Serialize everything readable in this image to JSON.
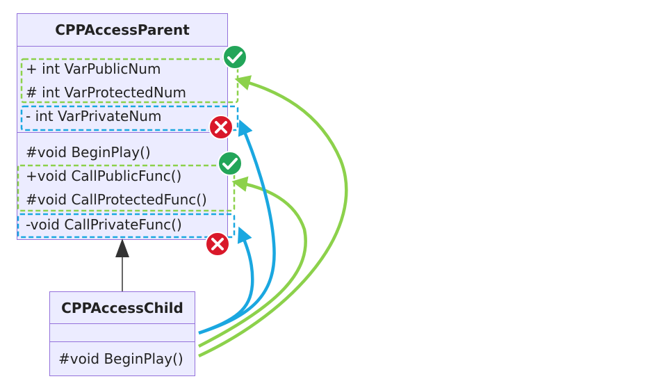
{
  "parent": {
    "name": "CPPAccessParent",
    "attributes": [
      "+ int VarPublicNum",
      "# int VarProtectedNum",
      "- int VarPrivateNum"
    ],
    "methods": [
      "#void BeginPlay()",
      "+void CallPublicFunc()",
      "#void CallProtectedFunc()",
      "-void CallPrivateFunc()"
    ]
  },
  "child": {
    "name": "CPPAccessChild",
    "attributes": [],
    "methods": [
      "#void BeginPlay()"
    ]
  },
  "relationship": "inheritance",
  "access_marks": [
    {
      "target": "public and protected attributes",
      "result": "allowed",
      "icon": "check-icon"
    },
    {
      "target": "private attribute",
      "result": "denied",
      "icon": "cross-icon"
    },
    {
      "target": "public and protected methods",
      "result": "allowed",
      "icon": "check-icon"
    },
    {
      "target": "private method",
      "result": "denied",
      "icon": "cross-icon"
    }
  ],
  "colors": {
    "class_fill": "#ececff",
    "class_border": "#9370db",
    "allowed": "#8cd14b",
    "denied": "#1aa7e0",
    "check_badge": "#23a559",
    "cross_badge": "#d9182a",
    "inherit_arrow": "#333333"
  }
}
